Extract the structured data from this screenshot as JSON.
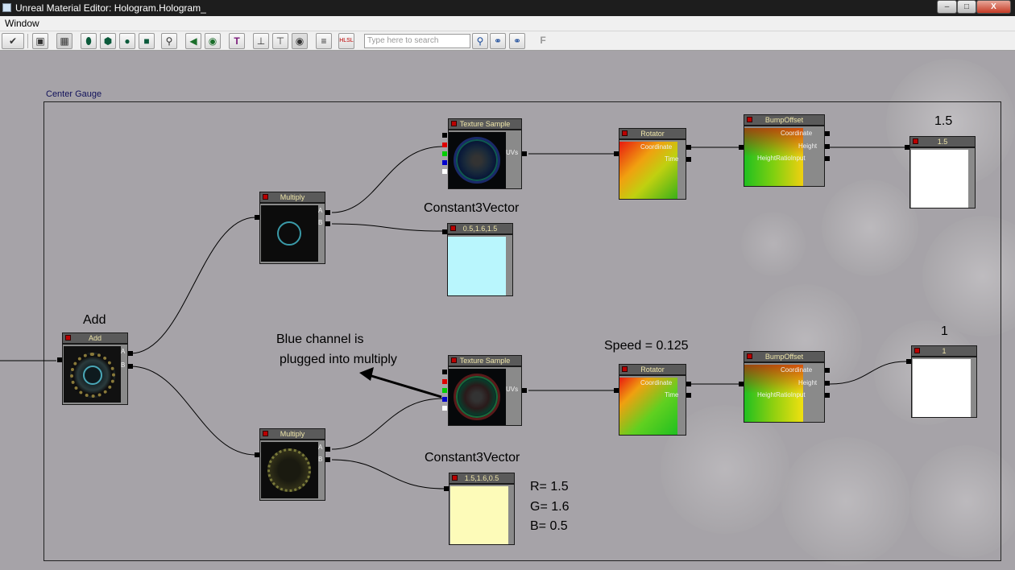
{
  "window": {
    "title": "Unreal Material Editor: Hologram.Hologram_",
    "min_label": "–",
    "max_label": "□",
    "close_label": "X"
  },
  "menu": {
    "items": [
      "Window"
    ]
  },
  "toolbar": {
    "search_placeholder": "Type here to search",
    "hlsl_label": "HLSL",
    "f_label": "F",
    "icons": [
      "apply-icon",
      "home-icon",
      "grid-icon",
      "cylinder-icon",
      "cube-icon",
      "sphere-icon",
      "plane-icon",
      "search-icon",
      "back-arrow-icon",
      "world-icon",
      "text-icon",
      "pin-icon",
      "pin-drop-icon",
      "eye-icon",
      "notes-icon",
      "hlsl-icon",
      "binoculars-up-icon",
      "binoculars-down-icon"
    ]
  },
  "canvas": {
    "comment": "Center Gauge",
    "nodes": {
      "add": {
        "title": "Add",
        "pins": [
          "A",
          "B"
        ]
      },
      "multiply_top": {
        "title": "Multiply",
        "pins": [
          "A",
          "B"
        ]
      },
      "multiply_bottom": {
        "title": "Multiply",
        "pins": [
          "A",
          "B"
        ]
      },
      "texture_top": {
        "title": "Texture Sample",
        "pins": [
          "UVs"
        ]
      },
      "texture_bottom": {
        "title": "Texture Sample",
        "pins": [
          "UVs"
        ]
      },
      "const3_top": {
        "title": "0.5,1.6,1.5",
        "color": "#b9f6fd"
      },
      "const3_bottom": {
        "title": "1.5,1.6,0.5",
        "color": "#fdfbb9"
      },
      "rotator_top": {
        "title": "Rotator",
        "pins": [
          "Coordinate",
          "Time"
        ]
      },
      "rotator_bottom": {
        "title": "Rotator",
        "pins": [
          "Coordinate",
          "Time"
        ]
      },
      "bump_top": {
        "title": "BumpOffset",
        "pins": [
          "Coordinate",
          "Height",
          "HeightRatioInput"
        ]
      },
      "bump_bottom": {
        "title": "BumpOffset",
        "pins": [
          "Coordinate",
          "Height",
          "HeightRatioInput"
        ]
      },
      "const_top": {
        "title": "1.5"
      },
      "const_bottom": {
        "title": "1"
      }
    },
    "annotations": {
      "add": "Add",
      "const3_top": "Constant3Vector",
      "const3_bottom": "Constant3Vector",
      "val_top": "1.5",
      "val_bottom": "1",
      "speed": "Speed = 0.125",
      "blue_line1": "Blue channel is",
      "blue_line2": "plugged into multiply",
      "r": "R= 1.5",
      "g": "G= 1.6",
      "b": "B= 0.5"
    }
  }
}
